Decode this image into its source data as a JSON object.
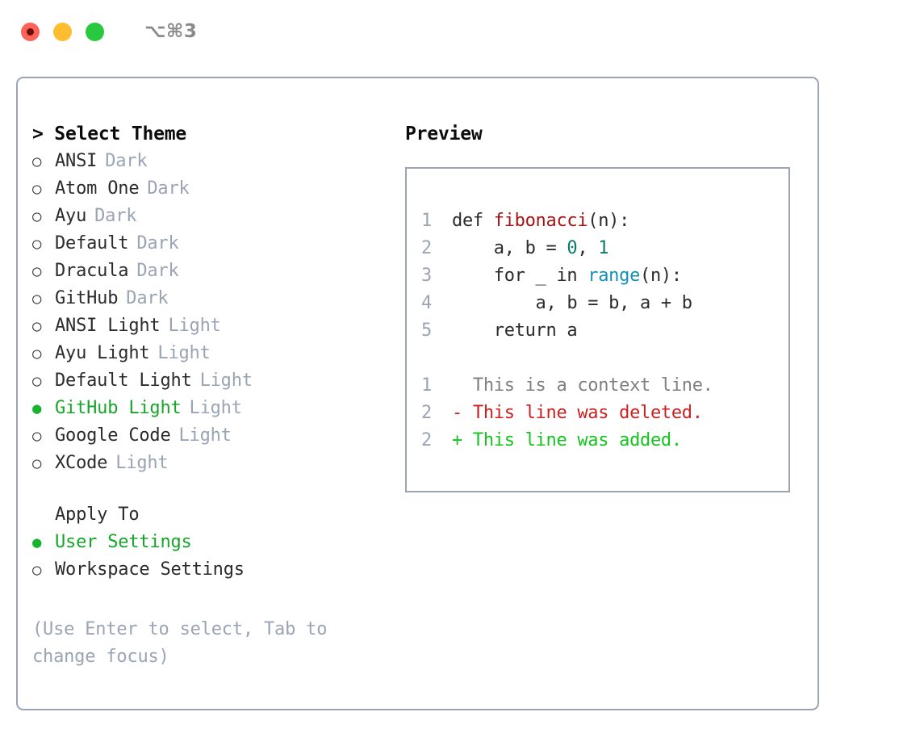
{
  "window": {
    "title": "⌥⌘3",
    "traffic_lights": [
      {
        "name": "close",
        "color": "#fd6258"
      },
      {
        "name": "minimize",
        "color": "#fdbd2e"
      },
      {
        "name": "maximize",
        "color": "#28c93f"
      }
    ]
  },
  "theme_panel": {
    "header": "> Select Theme",
    "marker_unselected": "○",
    "marker_selected": "●",
    "themes": [
      {
        "label": "ANSI",
        "variant": "Dark",
        "selected": false
      },
      {
        "label": "Atom One",
        "variant": "Dark",
        "selected": false
      },
      {
        "label": "Ayu",
        "variant": "Dark",
        "selected": false
      },
      {
        "label": "Default",
        "variant": "Dark",
        "selected": false
      },
      {
        "label": "Dracula",
        "variant": "Dark",
        "selected": false
      },
      {
        "label": "GitHub",
        "variant": "Dark",
        "selected": false
      },
      {
        "label": "ANSI Light",
        "variant": "Light",
        "selected": false
      },
      {
        "label": "Ayu Light",
        "variant": "Light",
        "selected": false
      },
      {
        "label": "Default Light",
        "variant": "Light",
        "selected": false
      },
      {
        "label": "GitHub Light",
        "variant": "Light",
        "selected": true
      },
      {
        "label": "Google Code",
        "variant": "Light",
        "selected": false
      },
      {
        "label": "XCode",
        "variant": "Light",
        "selected": false
      }
    ]
  },
  "apply_to": {
    "header": "Apply To",
    "options": [
      {
        "label": "User Settings",
        "selected": true
      },
      {
        "label": "Workspace Settings",
        "selected": false
      }
    ]
  },
  "hint": "(Use Enter to select, Tab to change focus)",
  "preview": {
    "header": "Preview",
    "code_lines": [
      {
        "num": "1",
        "tokens": [
          {
            "text": "def ",
            "type": "plain"
          },
          {
            "text": "fibonacci",
            "type": "fn"
          },
          {
            "text": "(n):",
            "type": "plain"
          }
        ]
      },
      {
        "num": "2",
        "tokens": [
          {
            "text": "    a, b = ",
            "type": "plain"
          },
          {
            "text": "0",
            "type": "num"
          },
          {
            "text": ", ",
            "type": "plain"
          },
          {
            "text": "1",
            "type": "num"
          }
        ]
      },
      {
        "num": "3",
        "tokens": [
          {
            "text": "    for _ in ",
            "type": "plain"
          },
          {
            "text": "range",
            "type": "call"
          },
          {
            "text": "(n):",
            "type": "plain"
          }
        ]
      },
      {
        "num": "4",
        "tokens": [
          {
            "text": "        a, b = b, a + b",
            "type": "plain"
          }
        ]
      },
      {
        "num": "5",
        "tokens": [
          {
            "text": "    return a",
            "type": "plain"
          }
        ]
      }
    ],
    "diff_lines": [
      {
        "num": "1",
        "marker": " ",
        "text": "  This is a context line.",
        "type": "ctx"
      },
      {
        "num": "2",
        "marker": "-",
        "text": "- This line was deleted.",
        "type": "del"
      },
      {
        "num": "2",
        "marker": "+",
        "text": "+ This line was added.",
        "type": "add"
      }
    ]
  },
  "colors": {
    "accent_green": "#17a52a",
    "muted": "#9aa4b4",
    "border": "#9aa4b2",
    "diff_delete": "#cc1f1f",
    "diff_add": "#14c41f",
    "syntax_function": "#a31515",
    "syntax_number": "#0b7a6e",
    "syntax_call": "#1590b4"
  }
}
